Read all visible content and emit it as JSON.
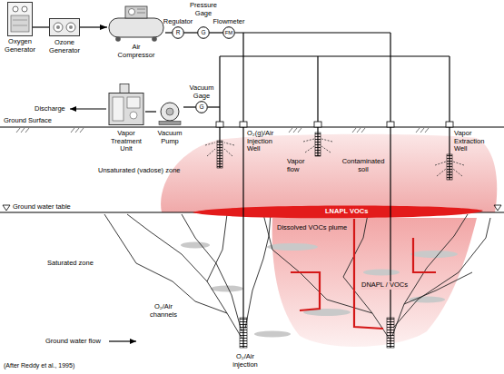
{
  "diagram": {
    "nodes": [
      {
        "text": [
          "Oxygen Generator"
        ]
      },
      {
        "text": [
          "Ozone Generator"
        ]
      },
      {
        "text": [
          "Air Compressor"
        ]
      },
      {
        "text": [
          "Regulator",
          "R"
        ]
      },
      {
        "text": [
          "Pressure Gage",
          "G"
        ]
      },
      {
        "text": [
          "Flowmeter",
          "FM"
        ]
      },
      {
        "text": [
          "Vapor Treatment Unit"
        ]
      },
      {
        "text": [
          "Vacuum Pump"
        ]
      },
      {
        "text": [
          "Vacuum Gage",
          "G"
        ]
      }
    ],
    "edges": [
      {
        "from": 0,
        "to": 1,
        "arrow": "none"
      },
      {
        "from": 1,
        "to": 2,
        "arrow": "to"
      },
      {
        "from": 2,
        "to": 3,
        "arrow": "none"
      },
      {
        "from": 3,
        "to": 4,
        "arrow": "none"
      },
      {
        "from": 4,
        "to": 5,
        "arrow": "none"
      },
      {
        "from": 7,
        "to": 6,
        "arrow": "none"
      },
      {
        "from": 7,
        "to": 8,
        "arrow": "none"
      }
    ],
    "labels": [
      "Discharge",
      "Ground Surface",
      "Unsaturated (vadose) zone",
      "O₂(g)/Air Injection Well",
      "Vapor flow",
      "Contaminated soil",
      "Vapor Extraction Well",
      "Ground water table",
      "LNAPL VOCs",
      "Dissolved VOCs plume",
      "Saturated zone",
      "DNAPL / VOCs",
      "O₂/Air channels",
      "Ground water flow",
      "O₂/Air injection",
      "(After Reddy et al., 1995)"
    ]
  }
}
